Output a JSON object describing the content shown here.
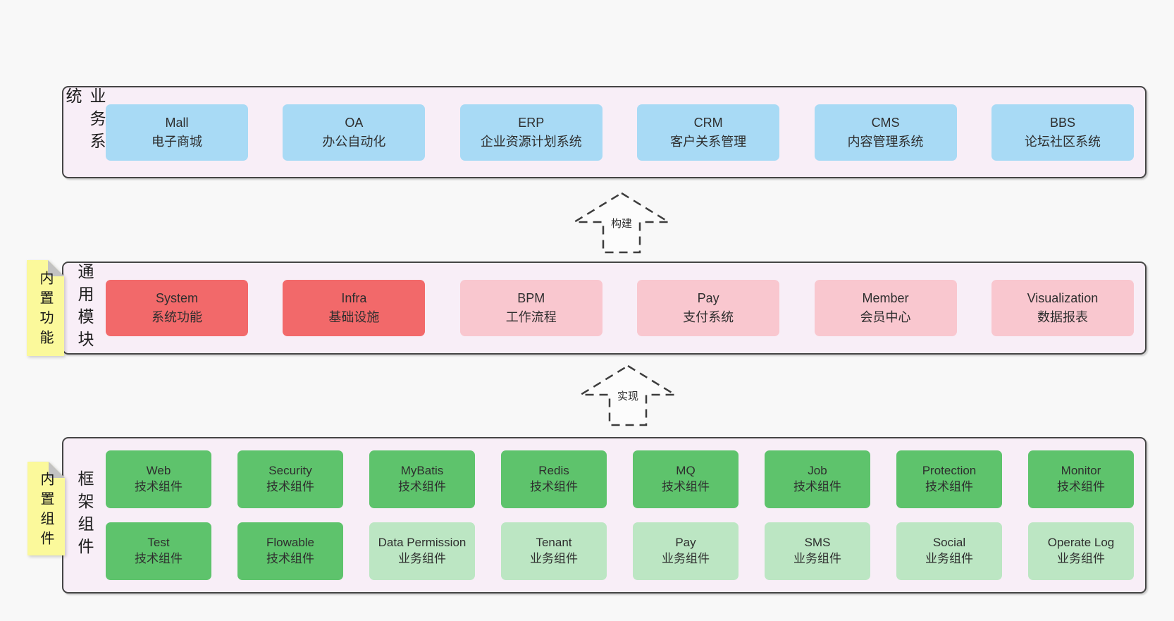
{
  "colors": {
    "background": "#f8f8f8",
    "band_fill": "#f8eef7",
    "band_border": "#454545",
    "blue": "#a8daf5",
    "red": "#f2696a",
    "pink": "#f9c7cf",
    "green": "#5ec36c",
    "lightgreen": "#bce6c3",
    "sticky_yellow": "#fbf99b",
    "fold_gray": "#c2c2c2"
  },
  "bands": [
    {
      "name": "business-systems",
      "label": "业务系统",
      "boxes": [
        {
          "en": "Mall",
          "zh": "电子商城",
          "variant": "blue"
        },
        {
          "en": "OA",
          "zh": "办公自动化",
          "variant": "blue"
        },
        {
          "en": "ERP",
          "zh": "企业资源计划系统",
          "variant": "blue"
        },
        {
          "en": "CRM",
          "zh": "客户关系管理",
          "variant": "blue"
        },
        {
          "en": "CMS",
          "zh": "内容管理系统",
          "variant": "blue"
        },
        {
          "en": "BBS",
          "zh": "论坛社区系统",
          "variant": "blue"
        }
      ]
    },
    {
      "name": "common-modules",
      "label": "通用模块",
      "sticky": "内置功能",
      "boxes": [
        {
          "en": "System",
          "zh": "系统功能",
          "variant": "red"
        },
        {
          "en": "Infra",
          "zh": "基础设施",
          "variant": "red"
        },
        {
          "en": "BPM",
          "zh": "工作流程",
          "variant": "pink"
        },
        {
          "en": "Pay",
          "zh": "支付系统",
          "variant": "pink"
        },
        {
          "en": "Member",
          "zh": "会员中心",
          "variant": "pink"
        },
        {
          "en": "Visualization",
          "zh": "数据报表",
          "variant": "pink"
        }
      ]
    },
    {
      "name": "framework-components",
      "label": "框架组件",
      "sticky": "内置组件",
      "rows": [
        [
          {
            "en": "Web",
            "zh": "技术组件",
            "variant": "green"
          },
          {
            "en": "Security",
            "zh": "技术组件",
            "variant": "green"
          },
          {
            "en": "MyBatis",
            "zh": "技术组件",
            "variant": "green"
          },
          {
            "en": "Redis",
            "zh": "技术组件",
            "variant": "green"
          },
          {
            "en": "MQ",
            "zh": "技术组件",
            "variant": "green"
          },
          {
            "en": "Job",
            "zh": "技术组件",
            "variant": "green"
          },
          {
            "en": "Protection",
            "zh": "技术组件",
            "variant": "green"
          },
          {
            "en": "Monitor",
            "zh": "技术组件",
            "variant": "green"
          }
        ],
        [
          {
            "en": "Test",
            "zh": "技术组件",
            "variant": "green"
          },
          {
            "en": "Flowable",
            "zh": "技术组件",
            "variant": "green"
          },
          {
            "en": "Data Permission",
            "zh": "业务组件",
            "variant": "lightgreen"
          },
          {
            "en": "Tenant",
            "zh": "业务组件",
            "variant": "lightgreen"
          },
          {
            "en": "Pay",
            "zh": "业务组件",
            "variant": "lightgreen"
          },
          {
            "en": "SMS",
            "zh": "业务组件",
            "variant": "lightgreen"
          },
          {
            "en": "Social",
            "zh": "业务组件",
            "variant": "lightgreen"
          },
          {
            "en": "Operate Log",
            "zh": "业务组件",
            "variant": "lightgreen"
          }
        ]
      ]
    }
  ],
  "arrows": [
    {
      "label": "构建"
    },
    {
      "label": "实现"
    }
  ]
}
